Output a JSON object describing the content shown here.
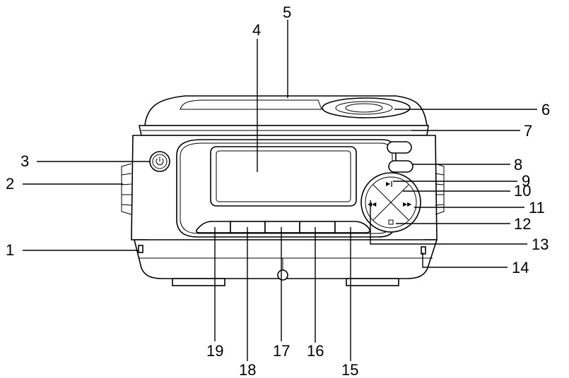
{
  "callouts": [
    {
      "id": "1",
      "label": "1"
    },
    {
      "id": "2",
      "label": "2"
    },
    {
      "id": "3",
      "label": "3"
    },
    {
      "id": "4",
      "label": "4"
    },
    {
      "id": "5",
      "label": "5"
    },
    {
      "id": "6",
      "label": "6"
    },
    {
      "id": "7",
      "label": "7"
    },
    {
      "id": "8",
      "label": "8"
    },
    {
      "id": "9",
      "label": "9"
    },
    {
      "id": "10",
      "label": "10"
    },
    {
      "id": "11",
      "label": "11"
    },
    {
      "id": "12",
      "label": "12"
    },
    {
      "id": "13",
      "label": "13"
    },
    {
      "id": "14",
      "label": "14"
    },
    {
      "id": "15",
      "label": "15"
    },
    {
      "id": "16",
      "label": "16"
    },
    {
      "id": "17",
      "label": "17"
    },
    {
      "id": "18",
      "label": "18"
    },
    {
      "id": "19",
      "label": "19"
    }
  ],
  "icons": {
    "power": "power-icon",
    "play_pause": "play-pause-icon",
    "previous": "previous-track-icon",
    "next": "next-track-icon",
    "stop": "stop-icon"
  }
}
